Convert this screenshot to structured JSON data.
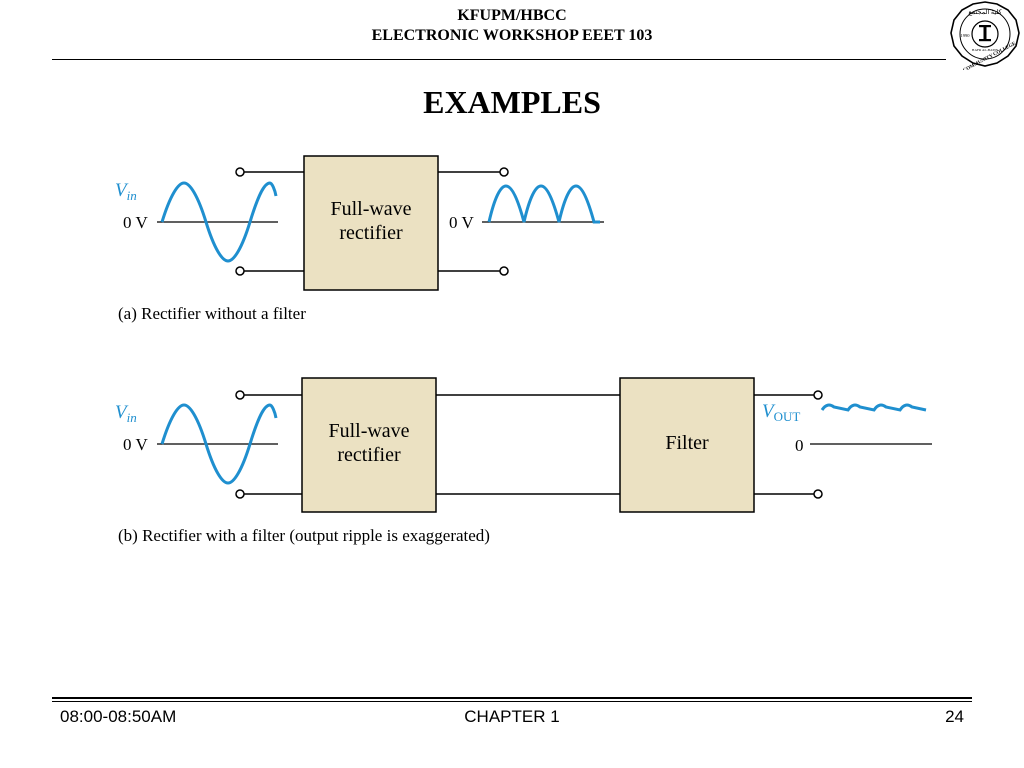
{
  "header": {
    "line1": "KFUPM/HBCC",
    "line2": "ELECTRONIC WORKSHOP EEET 103",
    "logo_year": "1990",
    "logo_text": "COMMUNITY COLLEGE",
    "logo_arabic": "كلية المجتمع",
    "logo_small": "HAFR AL-BATIN"
  },
  "title": "EXAMPLES",
  "diagram_a": {
    "vin_main": "V",
    "vin_sub": "in",
    "zero_in": "0 V",
    "block": [
      "Full-wave",
      "rectifier"
    ],
    "zero_out": "0 V",
    "caption": "(a) Rectifier without a filter"
  },
  "diagram_b": {
    "vin_main": "V",
    "vin_sub": "in",
    "zero_in": "0 V",
    "block": [
      "Full-wave",
      "rectifier"
    ],
    "filter": "Filter",
    "vout_main": "V",
    "vout_sub": "OUT",
    "zero_out": "0",
    "caption": "(b) Rectifier with a filter (output ripple is exaggerated)"
  },
  "colors": {
    "block_fill": "#EBE1C2",
    "wave": "#1F8FCF"
  },
  "footer": {
    "time": "08:00-08:50AM",
    "chapter": "CHAPTER 1",
    "page": "24"
  }
}
